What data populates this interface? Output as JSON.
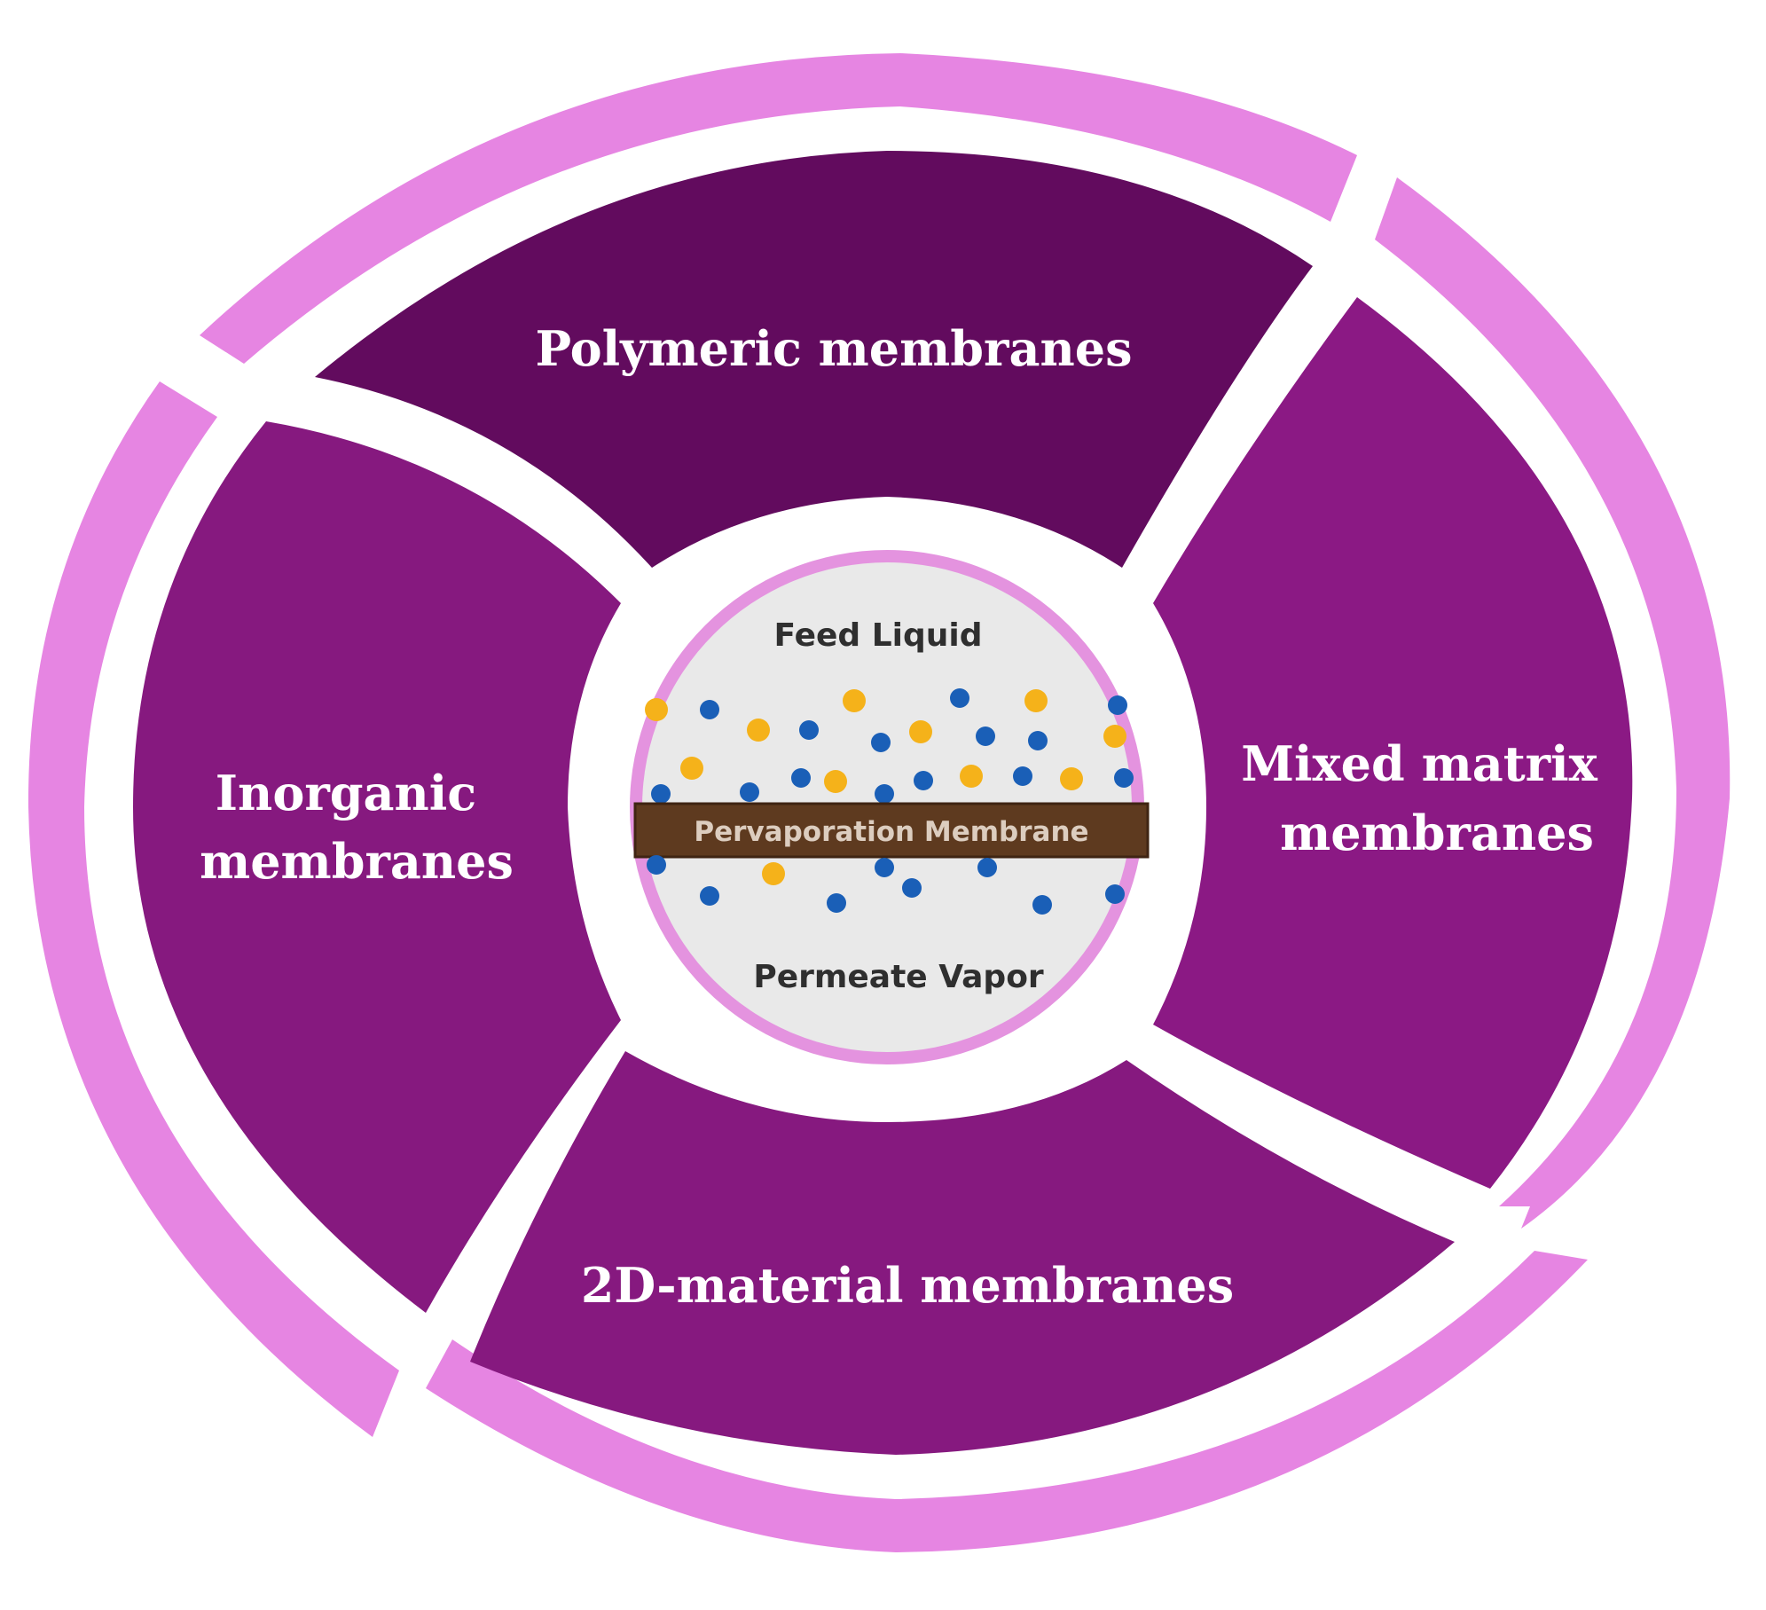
{
  "segments": {
    "top": "Polymeric membranes",
    "right": [
      "Mixed matrix",
      "membranes"
    ],
    "bottom": "2D-material membranes",
    "left": [
      "Inorganic",
      "membranes"
    ]
  },
  "center": {
    "feed_label": "Feed Liquid",
    "membrane_label": "Pervaporation Membrane",
    "permeate_label": "Permeate Vapor"
  },
  "colors": {
    "outer_ring": "#e685e2",
    "top_segment": "#620b5e",
    "side_segments": "#86197f",
    "right_segment": "#8b1984",
    "center_ring": "#e493df",
    "center_fill": "#e9e9e9",
    "molecule_yellow": "#f5b21a",
    "molecule_blue": "#1a5fb7",
    "membrane_bar": "#5e3a1f"
  }
}
